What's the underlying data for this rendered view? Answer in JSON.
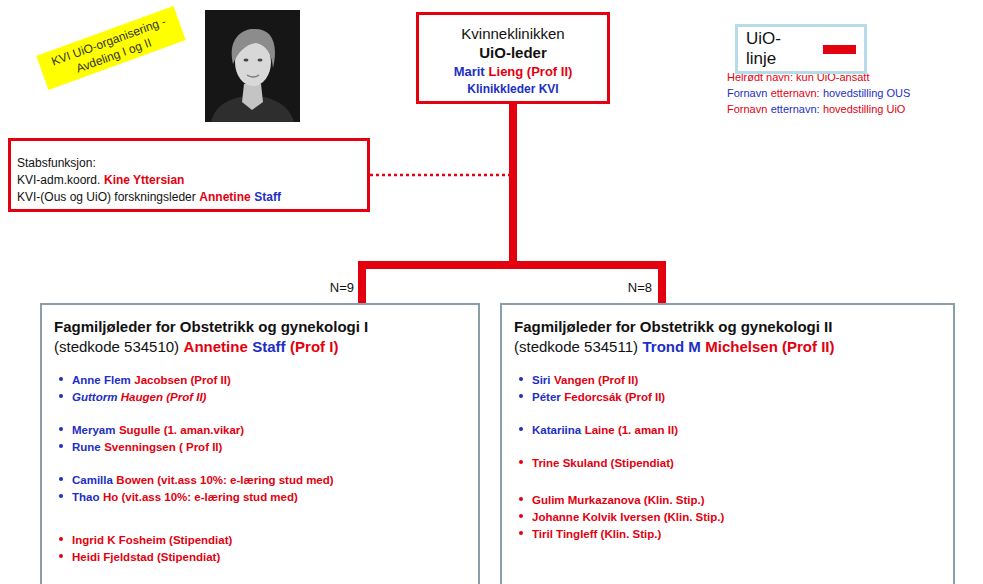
{
  "diagram": {
    "nodes": [
      {
        "text": [
          "KVI UiO-organisering -Avdeling I og II"
        ]
      },
      {
        "text": [
          "Kvinneklinikken",
          "UiO-leder",
          "Marit",
          "Lieng (Prof II)",
          "Klinikkleder KVI"
        ]
      },
      {
        "text": [
          "Stabsfunksjon:",
          "KVI-adm.koord.",
          "Kine Yttersian",
          "KVI-(Ous og UiO) forskningsleder",
          "Annetine",
          "Staff"
        ]
      },
      {
        "text": [
          "Fagmiljøleder for Obstetrikk og gynekologi I",
          "(stedkode 534510)",
          "Annetine",
          "Staff",
          "(Prof I)",
          "Anne Flem",
          "Jacobsen (Prof II)",
          "Guttorm",
          "Haugen (Prof II)",
          "Meryam",
          "Sugulle (1. aman.vikar)",
          "Rune",
          "Svenningsen ( Prof II)",
          "Camilla",
          "Bowen (vit.ass 10%: e-læring stud med)",
          "Thao",
          "Ho (vit.ass 10%: e-læring stud med)",
          "Ingrid K Fosheim (Stipendiat)",
          "Heidi Fjeldstad (Stipendiat)"
        ]
      },
      {
        "text": [
          "Fagmiljøleder for Obstetrikk og gynekologi II",
          "(stedkode 534511)",
          "Trond M",
          "Michelsen (Prof II)",
          "Siri",
          "Vangen (Prof II)",
          "Péter",
          "Fedorcsák (Prof II)",
          "Katariina",
          "Laine (1. aman II)",
          "Trine Skuland (Stipendiat)",
          "Gulim Murkazanova (Klin. Stip.)",
          "Johanne Kolvik Iversen (Klin. Stip.)",
          "Tiril Tingleff (Klin. Stip.)"
        ]
      }
    ],
    "edges": [
      {
        "from": 1,
        "to": 3,
        "arrow": "none"
      },
      {
        "from": 1,
        "to": 4,
        "arrow": "none"
      },
      {
        "from": 2,
        "to": 1,
        "arrow": "none"
      }
    ],
    "labels": [
      "N=9",
      "N=8",
      "Helrødt navn: kun UiO-ansatt",
      "Fornavn",
      "etternavn:",
      "hovedstilling OUS",
      "Fornavn",
      "etternavn:",
      "hovedstilling UiO"
    ],
    "legend": [
      {
        "text": "UiO-linje",
        "color": "#e3000f"
      }
    ]
  }
}
